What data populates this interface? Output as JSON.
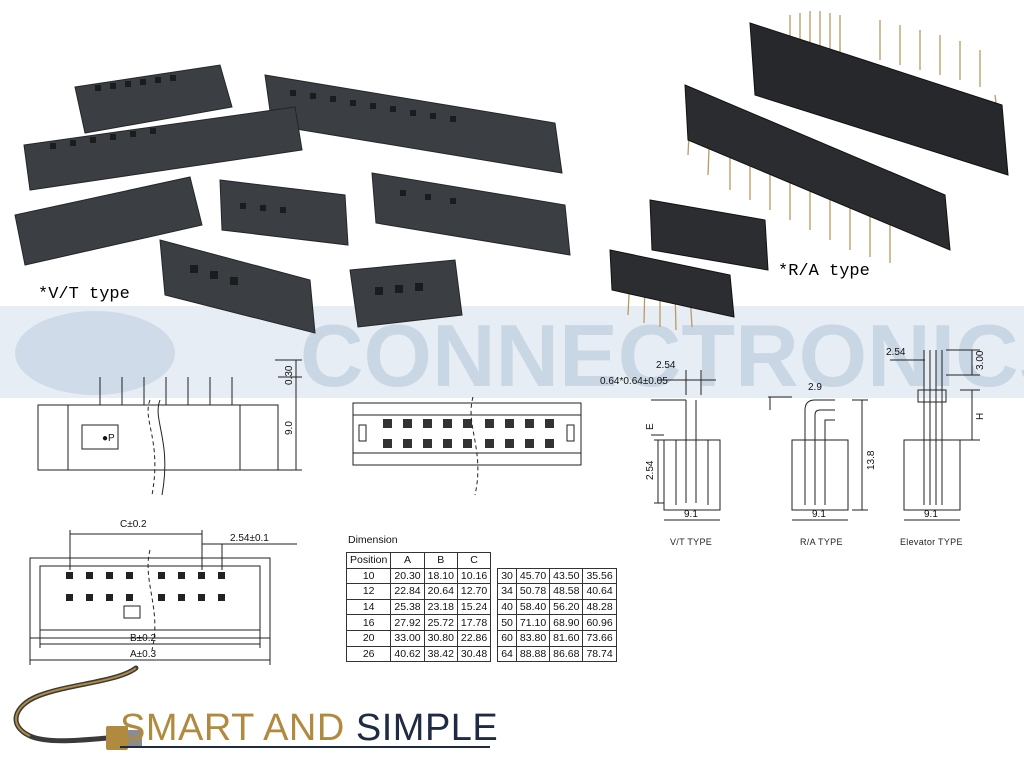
{
  "labels": {
    "vt_type": "*V/T type",
    "ra_type": "*R/A type"
  },
  "watermark": {
    "text": "CONNECTRONICS",
    "color": "#c9d6e4"
  },
  "side_view": {
    "height": "9.0",
    "pin_top": "0.30",
    "mark": "●P"
  },
  "ra_dims": {
    "pitch": "2.54",
    "pin_size": "0.64*0.64±0.05",
    "e": "E",
    "height": "2.54",
    "width": "9.1",
    "type": "V/T TYPE"
  },
  "ra2_dims": {
    "offset": "2.9",
    "height": "13.8",
    "width": "9.1",
    "type": "R/A TYPE"
  },
  "elev_dims": {
    "pitch": "2.54",
    "top": "3.00",
    "h": "H",
    "width": "9.1",
    "type": "Elevator TYPE"
  },
  "bottom_dims": {
    "c": "C±0.2",
    "pitch": "2.54±0.1",
    "b": "B±0.2",
    "a": "A±0.3"
  },
  "table": {
    "title": "Dimension",
    "headers": [
      "Position",
      "A",
      "B",
      "C"
    ],
    "rows": [
      [
        "10",
        "20.30",
        "18.10",
        "10.16",
        "30",
        "45.70",
        "43.50",
        "35.56"
      ],
      [
        "12",
        "22.84",
        "20.64",
        "12.70",
        "34",
        "50.78",
        "48.58",
        "40.64"
      ],
      [
        "14",
        "25.38",
        "23.18",
        "15.24",
        "40",
        "58.40",
        "56.20",
        "48.28"
      ],
      [
        "16",
        "27.92",
        "25.72",
        "17.78",
        "50",
        "71.10",
        "68.90",
        "60.96"
      ],
      [
        "20",
        "33.00",
        "30.80",
        "22.86",
        "60",
        "83.80",
        "81.60",
        "73.66"
      ],
      [
        "26",
        "40.62",
        "38.42",
        "30.48",
        "64",
        "88.88",
        "86.68",
        "78.74"
      ]
    ]
  },
  "logo": {
    "text1": "SMART AND ",
    "text2": "SIMPLE",
    "color1": "#b08a3e",
    "color2": "#1f2a44"
  }
}
